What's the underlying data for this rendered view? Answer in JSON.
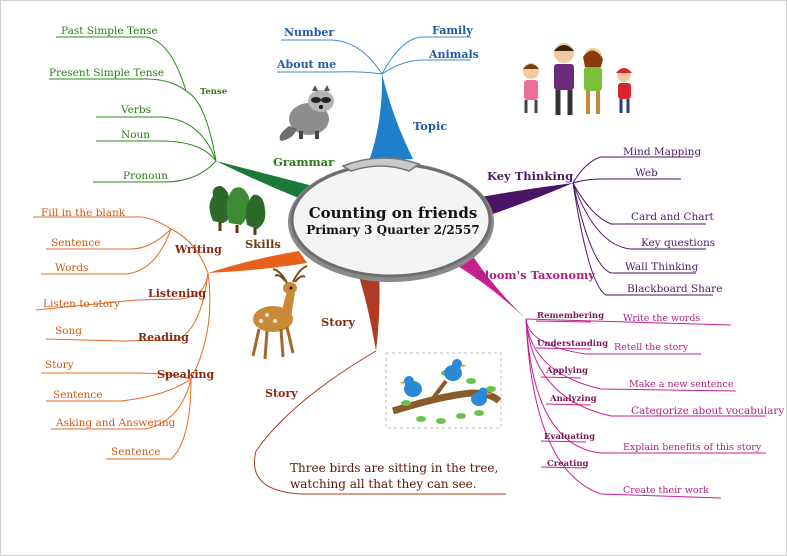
{
  "center": {
    "title": "Counting on friends",
    "subtitle": "Primary 3 Quarter 2/2557"
  },
  "colors": {
    "topic": "#1f7fc8",
    "grammar": "#1a7a3a",
    "skills": "#e8601a",
    "story": "#b03a24",
    "key_thinking": "#4a1566",
    "blooms": "#c8208e"
  },
  "topic": {
    "label": "Topic",
    "leaves": [
      "Number",
      "About me",
      "Family",
      "Animals"
    ]
  },
  "grammar": {
    "label": "Grammar",
    "sub_label": "Tense",
    "tense_leaves": [
      "Past Simple Tense",
      "Present Simple Tense"
    ],
    "leaves": [
      "Verbs",
      "Noun",
      "Pronoun"
    ]
  },
  "skills": {
    "label": "Skills",
    "groups": [
      {
        "label": "Writing",
        "leaves": [
          "Fill in the blank",
          "Sentence",
          "Words"
        ]
      },
      {
        "label": "Listening",
        "leaves": [
          "Listen to story"
        ]
      },
      {
        "label": "Reading",
        "leaves": [
          "Song"
        ]
      },
      {
        "label": "Speaking",
        "leaves": [
          "Story",
          "Sentence",
          "Asking and Answering",
          "Sentence"
        ]
      }
    ],
    "story_label": "Story"
  },
  "story": {
    "label": "Story",
    "text_line1": "Three birds are sitting in the tree,",
    "text_line2": "watching all that they can see."
  },
  "key_thinking": {
    "label": "Key Thinking",
    "leaves": [
      "Mind Mapping",
      "Web",
      "Card and Chart",
      "Key questions",
      "Wall Thinking",
      "Blackboard Share"
    ]
  },
  "blooms": {
    "label": "Bloom's Taxonomy",
    "levels": [
      {
        "level": "Remembering",
        "task": "Write the words"
      },
      {
        "level": "Understanding",
        "task": "Retell the story"
      },
      {
        "level": "Applying",
        "task": "Make a new sentence"
      },
      {
        "level": "Analyzing",
        "task": "Categorize about vocabulary"
      },
      {
        "level": "Evaluating",
        "task": "Explain benefits of this story"
      },
      {
        "level": "Creating",
        "task": "Create their work"
      }
    ]
  },
  "illustrations": [
    "raccoon-illustration",
    "family-illustration",
    "trees-illustration",
    "deer-illustration",
    "birds-on-branch-illustration"
  ]
}
